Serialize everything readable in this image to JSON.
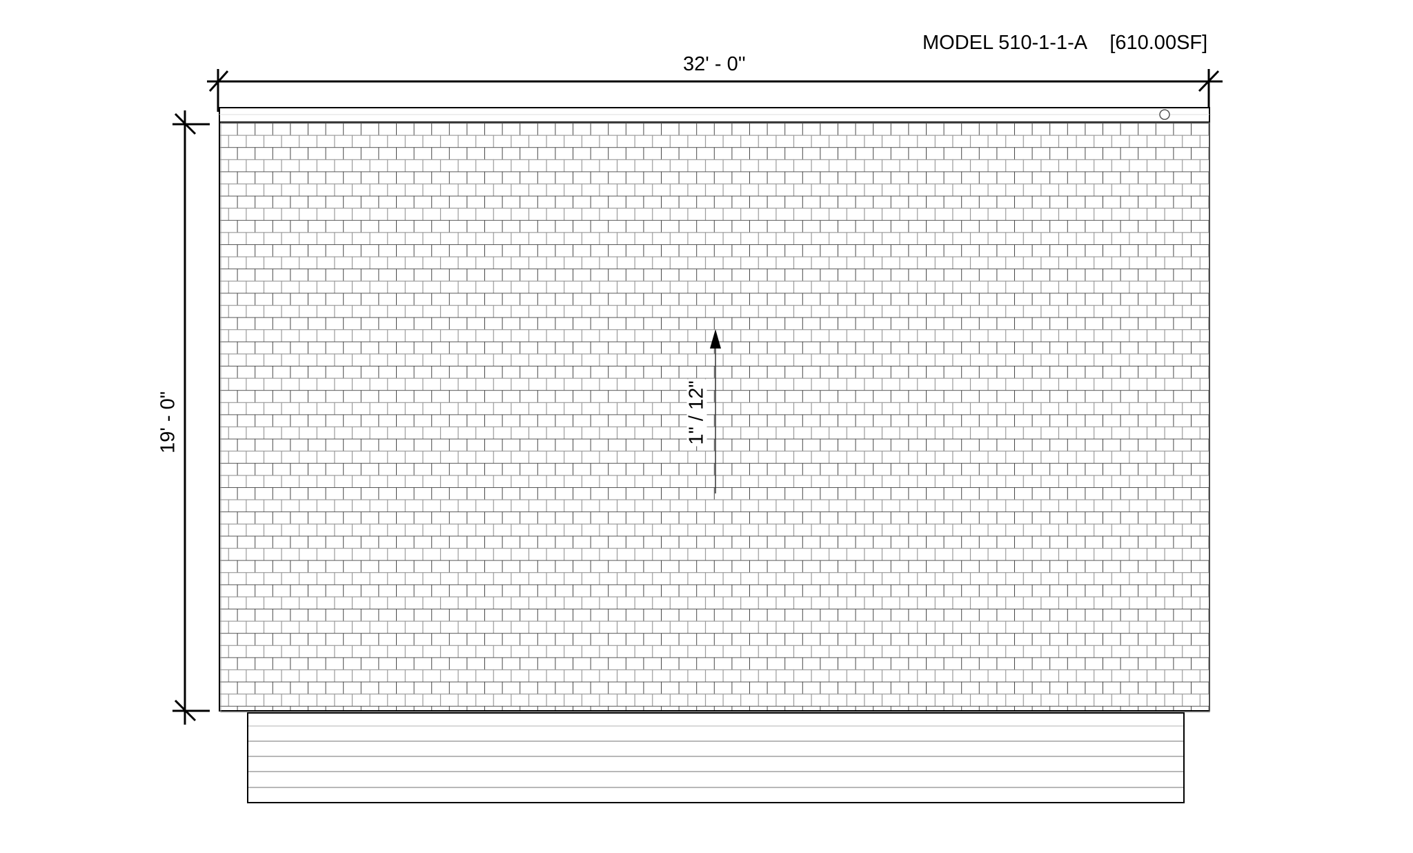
{
  "title": {
    "model": "MODEL 510-1-1-A",
    "area": "[610.00SF]"
  },
  "dimensions": {
    "width": "32' - 0''",
    "height": "19' - 0\""
  },
  "slope_label": "1\" / 12\"",
  "colors": {
    "line": "#000000",
    "shingle_line": "#555555",
    "siding_line": "#a0a0a0"
  }
}
